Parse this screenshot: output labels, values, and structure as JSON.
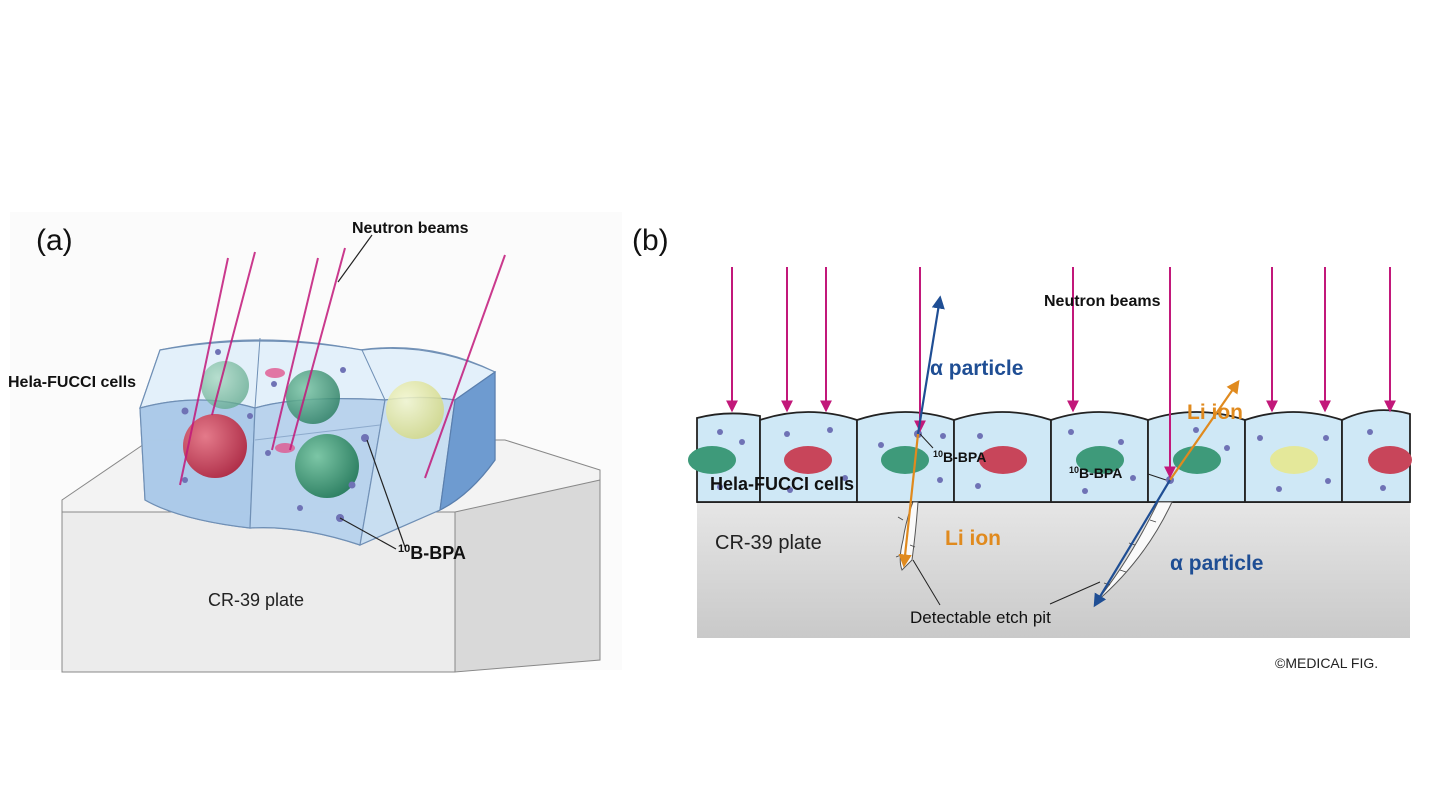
{
  "panel_a": {
    "letter": "(a)",
    "neutron_beams_label": "Neutron beams",
    "cells_label": "Hela-FUCCI cells",
    "bpa_sup": "10",
    "bpa_text": "B-BPA",
    "plate_label": "CR-39 plate"
  },
  "panel_b": {
    "letter": "(b)",
    "neutron_beams_label": "Neutron beams",
    "alpha_upper": "α particle",
    "li_upper": "Li ion",
    "bpa_left_sup": "10",
    "bpa_left_text": "B-BPA",
    "bpa_right_sup": "10",
    "bpa_right_text": "B-BPA",
    "cells_label": "Hela-FUCCI cells",
    "plate_label": "CR-39 plate",
    "li_lower": "Li ion",
    "alpha_lower": "α particle",
    "etch_pit_label": "Detectable etch pit"
  },
  "copyright": "©MEDICAL FIG.",
  "colors": {
    "beam": "#c2187a",
    "alpha": "#1f4e94",
    "li_ion": "#e08a1e",
    "cell_fill": "#cfe8f6",
    "cell_side": "#7fa9d6",
    "nucleus_red": "#c8455a",
    "nucleus_green": "#3e9a7a",
    "nucleus_yellow": "#e4e89a",
    "plate_fill": "#dcdcdc"
  }
}
